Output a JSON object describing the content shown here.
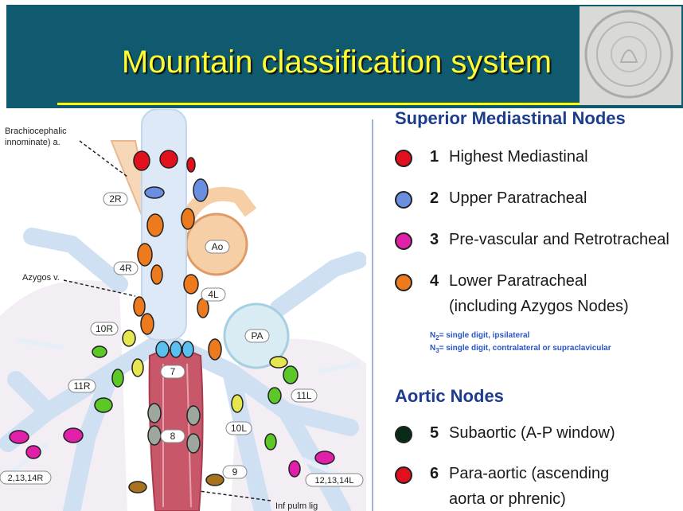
{
  "slide": {
    "title": "Mountain classification system"
  },
  "diagram": {
    "labels": {
      "brachiocephalic_line1": "Brachiocephalic",
      "brachiocephalic_line2": "innominate) a.",
      "azygos": "Azygos v.",
      "inf_pulm": "Inf pulm lig",
      "ao": "Ao",
      "pa": "PA",
      "station_2r": "2R",
      "station_4r": "4R",
      "station_4l": "4L",
      "station_10r": "10R",
      "station_11r": "11R",
      "station_7": "7",
      "station_8": "8",
      "station_9": "9",
      "station_10l": "10L",
      "station_11l": "11L",
      "station_1214r": "2,13,14R",
      "station_1214l": "12,13,14L"
    }
  },
  "legend": {
    "superior_heading": "Superior Mediastinal Nodes",
    "items": [
      {
        "num": "1",
        "label": "Highest Mediastinal",
        "color": "#e0101c"
      },
      {
        "num": "2",
        "label": "Upper Paratracheal",
        "color": "#6b8fe0"
      },
      {
        "num": "3",
        "label": "Pre-vascular and Retrotracheal",
        "color": "#e020a8"
      },
      {
        "num": "4",
        "label": "Lower Paratracheal",
        "label2": "(including Azygos Nodes)",
        "color": "#ee7a1e"
      }
    ],
    "note1_prefix": "N",
    "note1_sub": "2",
    "note1_text": "= single digit, ipsilateral",
    "note2_prefix": "N",
    "note2_sub": "3",
    "note2_text": "= single digit, contralateral or supraclavicular",
    "aortic_heading": "Aortic Nodes",
    "aortic_items": [
      {
        "num": "5",
        "label": "Subaortic (A-P window)",
        "color": "#0a2a18"
      },
      {
        "num": "6",
        "label": "Para-aortic (ascending",
        "label2": "aorta or phrenic)",
        "color": "#e0101c"
      }
    ]
  },
  "colors": {
    "header_bg": "#0f5a6e",
    "title_text": "#ffff33",
    "heading_text": "#1c3c8c"
  }
}
